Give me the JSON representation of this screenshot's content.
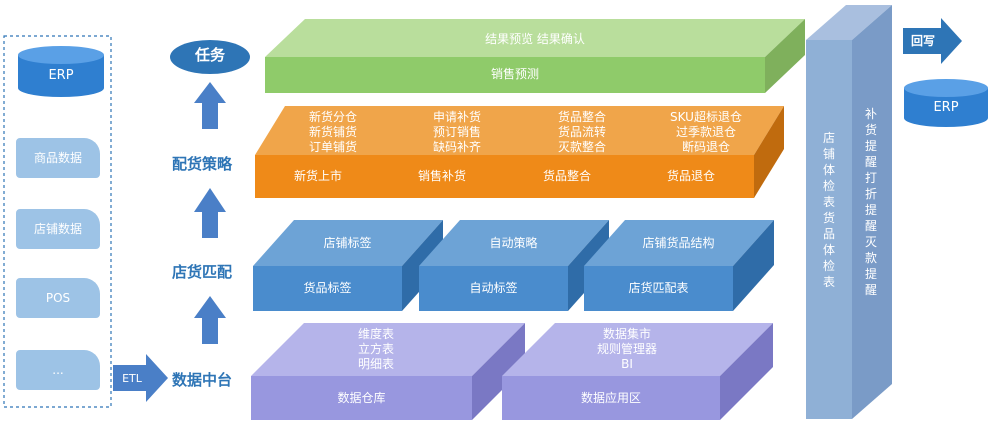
{
  "sources": {
    "erp_top": "ERP",
    "items": [
      "商品数据",
      "店铺数据",
      "POS",
      "..."
    ],
    "etl": "ETL"
  },
  "labels": {
    "task": "任务",
    "strategy": "配货策略",
    "matching": "店货匹配",
    "platform": "数据中台"
  },
  "green": {
    "top": "结果预览    结果确认",
    "front": "销售预测"
  },
  "orange": [
    {
      "top": "新货分仓\n新货铺货\n订单铺货",
      "front": "新货上市"
    },
    {
      "top": "申请补货\n预订销售\n缺码补齐",
      "front": "销售补货"
    },
    {
      "top": "货品整合\n货品流转\n灭款整合",
      "front": "货品整合"
    },
    {
      "top": "SKU超标退仓\n过季款退仓\n断码退仓",
      "front": "货品退仓"
    }
  ],
  "blue": [
    {
      "top": "店铺标签",
      "front": "货品标签"
    },
    {
      "top": "自动策略",
      "front": "自动标签"
    },
    {
      "top": "店铺货品结构",
      "front": "店货匹配表"
    }
  ],
  "purple": [
    {
      "top": "维度表\n立方表\n明细表",
      "front": "数据仓库"
    },
    {
      "top": "数据集市\n规则管理器\nBI",
      "front": "数据应用区"
    }
  ],
  "pillar": {
    "front": "店铺体检表 货品体检表",
    "side": "补货提醒 打折提醒 灭款提醒"
  },
  "writeback": "回写",
  "erp_right": "ERP",
  "colors": {
    "green": "#a9d18e",
    "orange": "#ed9e3c",
    "blue": "#5b9bd5",
    "purple": "#9b9ae0",
    "pillar": "#8faadc",
    "arrow": "#4a7fc7"
  }
}
